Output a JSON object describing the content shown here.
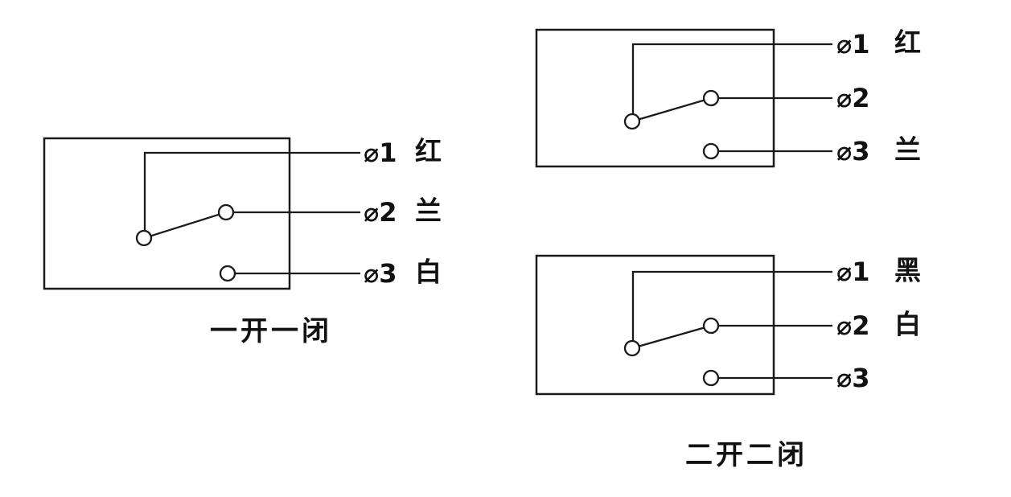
{
  "figure": {
    "background": "#ffffff",
    "line_color": "#1a1a1a"
  },
  "diagrams": {
    "single": {
      "caption": "一开一闭",
      "terminals": [
        {
          "port": "⌀1",
          "wire": "红"
        },
        {
          "port": "⌀2",
          "wire": "兰"
        },
        {
          "port": "⌀3",
          "wire": "白"
        }
      ]
    },
    "double_top": {
      "caption": "",
      "terminals": [
        {
          "port": "⌀1",
          "wire": "红"
        },
        {
          "port": "⌀2",
          "wire": ""
        },
        {
          "port": "⌀3",
          "wire": "兰"
        }
      ]
    },
    "double_bottom": {
      "caption": "二开二闭",
      "terminals": [
        {
          "port": "⌀1",
          "wire": "黑"
        },
        {
          "port": "⌀2",
          "wire": "白"
        },
        {
          "port": "⌀3",
          "wire": ""
        }
      ]
    }
  }
}
